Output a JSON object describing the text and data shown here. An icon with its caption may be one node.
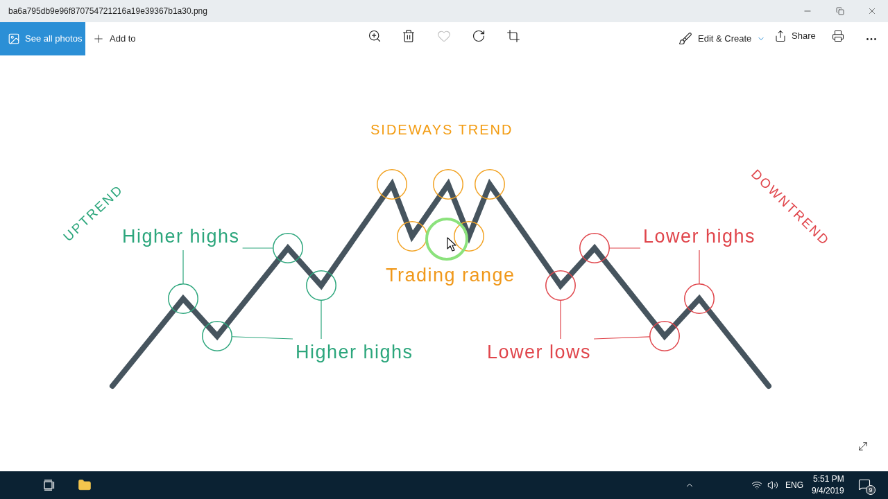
{
  "diagram": {
    "nodes": [
      {
        "text": [
          "Higher highs"
        ]
      },
      {
        "text": [],
        "shape": "circle"
      },
      {
        "text": [],
        "shape": "circle"
      },
      {
        "text": [
          "Higher highs"
        ]
      },
      {
        "text": [],
        "shape": "circle"
      },
      {
        "text": [],
        "shape": "circle"
      },
      {
        "text": [],
        "shape": "circle"
      },
      {
        "text": [],
        "shape": "circle"
      },
      {
        "text": [],
        "shape": "circle"
      },
      {
        "text": [],
        "shape": "circle"
      },
      {
        "text": [],
        "shape": "circle"
      },
      {
        "text": [
          "Lower highs"
        ]
      },
      {
        "text": [],
        "shape": "circle"
      },
      {
        "text": [],
        "shape": "circle"
      },
      {
        "text": [
          "Lower lows"
        ]
      },
      {
        "text": [],
        "shape": "circle"
      },
      {
        "text": [],
        "shape": "circle"
      }
    ],
    "edges": [
      {
        "from": 0,
        "to": 1,
        "arrow": "none",
        "color": "#2ca67c"
      },
      {
        "from": 0,
        "to": 2,
        "arrow": "none",
        "color": "#2ca67c"
      },
      {
        "from": 3,
        "to": 4,
        "arrow": "none",
        "color": "#2ca67c"
      },
      {
        "from": 3,
        "to": 5,
        "arrow": "none",
        "color": "#2ca67c"
      },
      {
        "from": 11,
        "to": 12,
        "arrow": "none",
        "color": "#e0454b"
      },
      {
        "from": 11,
        "to": 13,
        "arrow": "none",
        "color": "#e0454b"
      },
      {
        "from": 14,
        "to": 15,
        "arrow": "none",
        "color": "#e0454b"
      },
      {
        "from": 14,
        "to": 16,
        "arrow": "none",
        "color": "#e0454b"
      }
    ],
    "labels": [
      "ba6a795db9e96f870754721216a19e39367b1a30.png",
      "See all photos",
      "Add to",
      "Edit & Create",
      "Share",
      "SIDEWAYS TREND",
      "UPTREND",
      "DOWNTREND",
      "Trading range",
      "ENG",
      "5:51 PM",
      "9/4/2019",
      "9"
    ]
  }
}
